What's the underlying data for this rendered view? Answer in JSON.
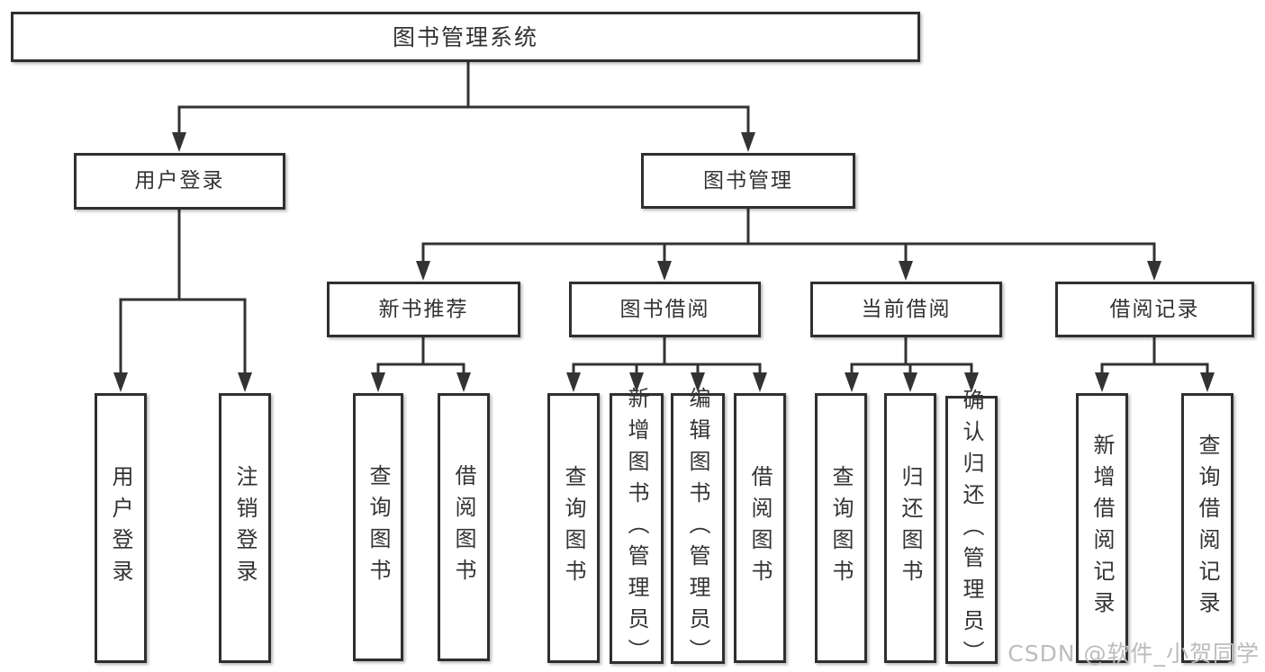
{
  "diagram_type": "tree",
  "title": "图书管理系统",
  "colors": {
    "line": "#333333",
    "box_border": "#2f2f2f",
    "box_background": "#ffffff",
    "text": "#333333",
    "watermark": "#bcbcbc"
  },
  "tree": {
    "label": "图书管理系统",
    "children": [
      {
        "label": "用户登录",
        "children": [
          {
            "label": "用户登录"
          },
          {
            "label": "注销登录"
          }
        ]
      },
      {
        "label": "图书管理",
        "children": [
          {
            "label": "新书推荐",
            "children": [
              {
                "label": "查询图书"
              },
              {
                "label": "借阅图书"
              }
            ]
          },
          {
            "label": "图书借阅",
            "children": [
              {
                "label": "查询图书"
              },
              {
                "label": "新增图书（管理员）"
              },
              {
                "label": "编辑图书（管理员）"
              },
              {
                "label": "借阅图书"
              }
            ]
          },
          {
            "label": "当前借阅",
            "children": [
              {
                "label": "查询图书"
              },
              {
                "label": "归还图书"
              },
              {
                "label": "确认归还（管理员）"
              }
            ]
          },
          {
            "label": "借阅记录",
            "children": [
              {
                "label": "新增借阅记录"
              },
              {
                "label": "查询借阅记录"
              }
            ]
          }
        ]
      }
    ]
  },
  "watermark": {
    "text": "CSDN @软件_小贺同学"
  }
}
